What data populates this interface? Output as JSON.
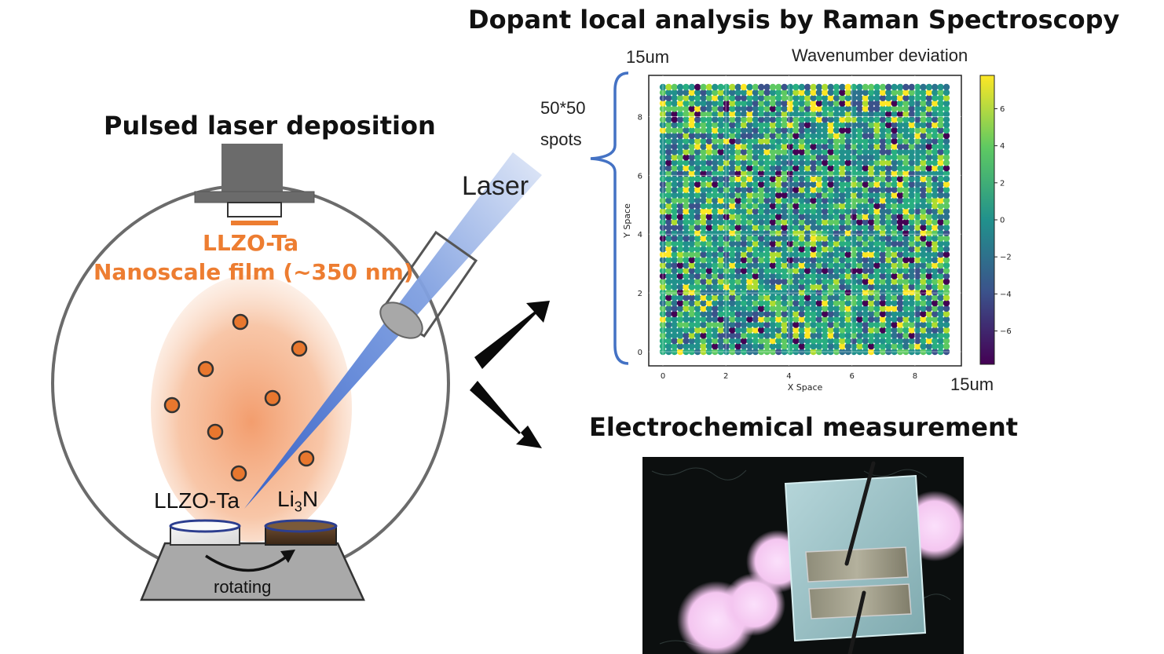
{
  "pld": {
    "title": "Pulsed laser deposition",
    "film_name": "LLZO-Ta",
    "film_desc": "Nanoscale film (~350 nm)",
    "laser_label": "Laser",
    "target_1": "LLZO-Ta",
    "target_2_main": "Li",
    "target_2_sub": "3",
    "target_2_end": "N",
    "rotating_label": "rotating"
  },
  "raman": {
    "title": "Dopant local analysis by Raman Spectroscopy",
    "size_top": "15um",
    "size_right": "15um",
    "colorbar_label": "Wavenumber deviation",
    "spots_count": "50*50",
    "spots_word": "spots"
  },
  "electrochem": {
    "title": "Electrochemical measurement"
  },
  "chart_data": {
    "type": "heatmap",
    "xlabel": "X Space",
    "ylabel": "Y Space",
    "xlim": [
      0,
      9
    ],
    "ylim": [
      0,
      9
    ],
    "x_ticks": [
      0,
      2,
      4,
      6,
      8
    ],
    "y_ticks": [
      0,
      2,
      4,
      6,
      8
    ],
    "grid": true,
    "colormap": "viridis",
    "colorbar_range": [
      -7.8,
      7.8
    ],
    "colorbar_ticks": [
      6,
      4,
      2,
      0,
      -2,
      -4,
      -6
    ]
  },
  "colors": {
    "plume": "#ef8a4e",
    "particle": "#e8772e",
    "laser": "#3b6fd1",
    "brace": "#4472c4",
    "chamber": "#6b6b6b",
    "stage_fill": "#a9a9a9"
  }
}
